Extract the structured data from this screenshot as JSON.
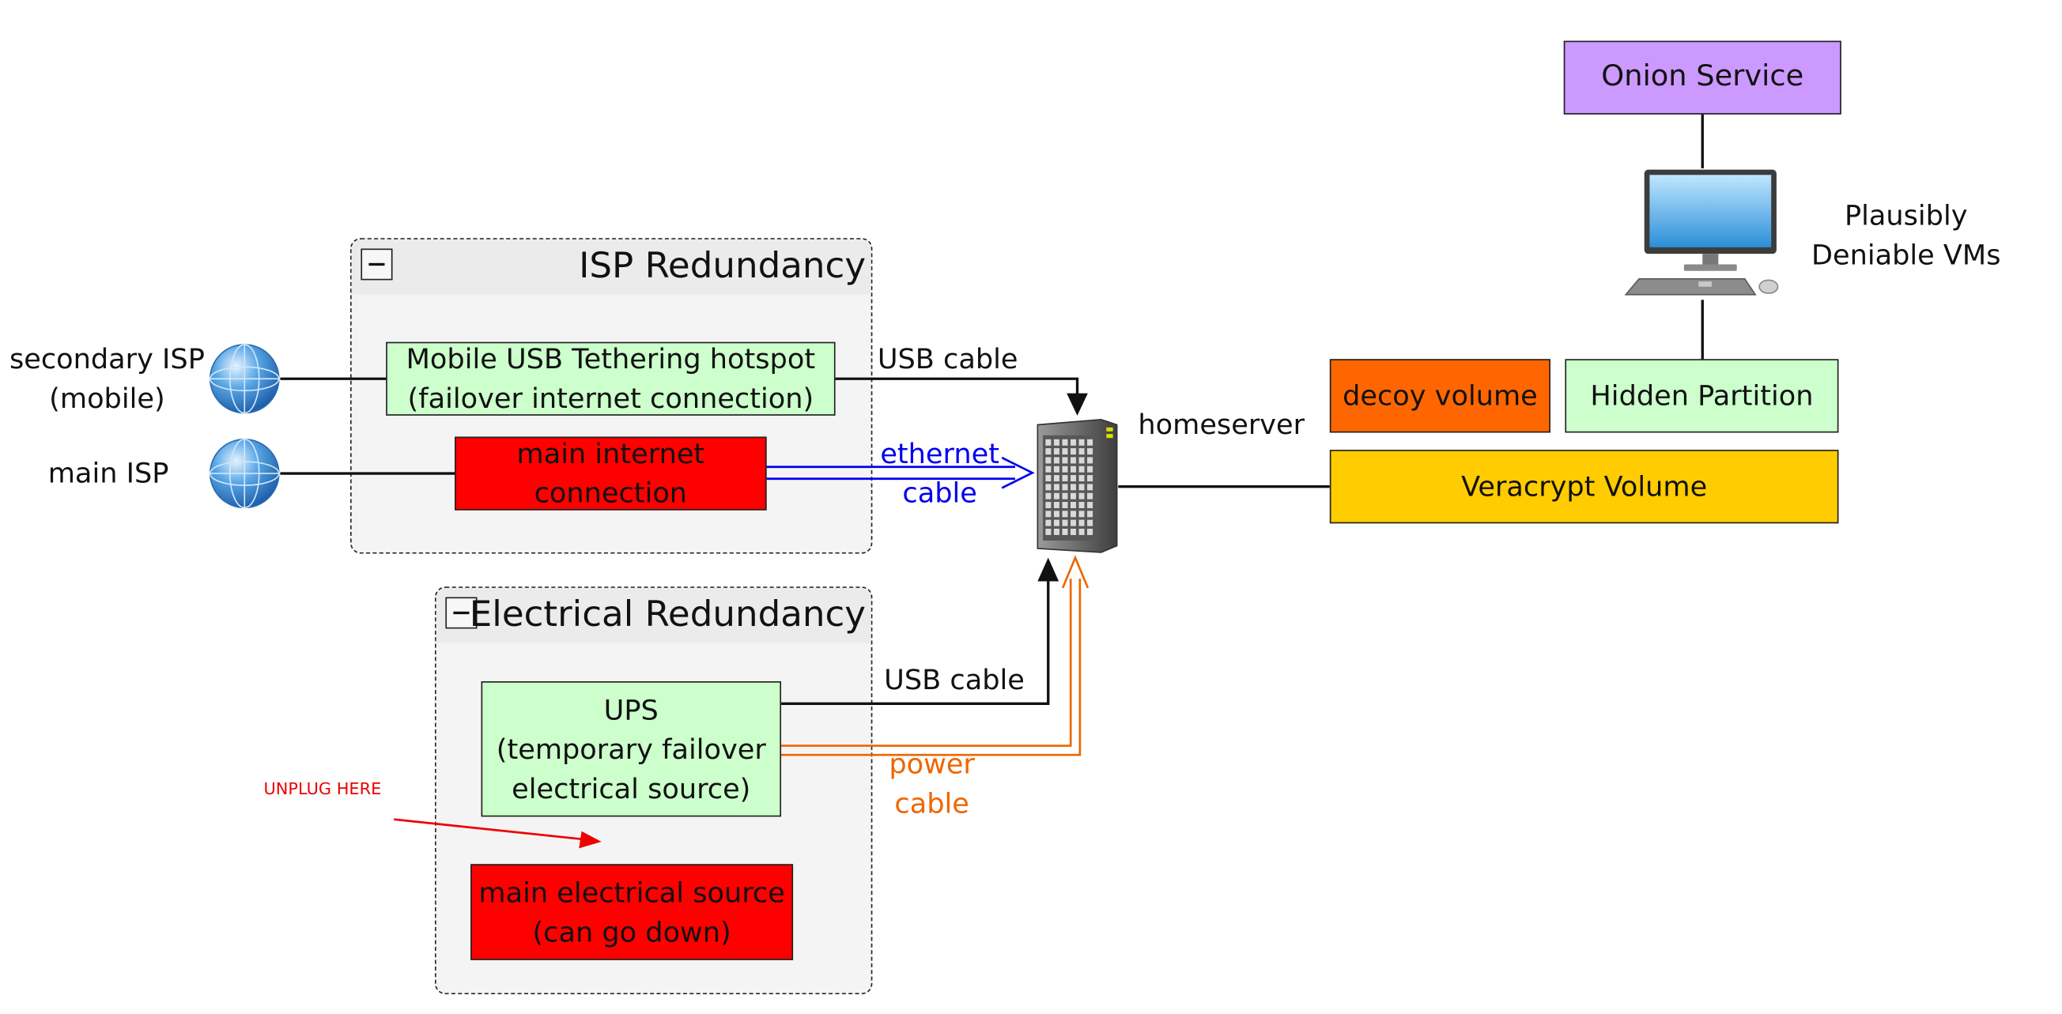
{
  "groups": {
    "isp": {
      "title": "ISP Redundancy"
    },
    "electrical": {
      "title": "Electrical Redundancy"
    }
  },
  "boxes": {
    "onion": {
      "text": "Onion Service",
      "color": "#cc99ff"
    },
    "mobile_tethering": {
      "text": "Mobile USB Tethering hotspot\n(failover internet connection)",
      "color": "#ccffcc"
    },
    "main_internet": {
      "text": "main internet\nconnection",
      "color": "#ff0000"
    },
    "decoy": {
      "text": "decoy volume",
      "color": "#ff6600"
    },
    "hidden_partition": {
      "text": "Hidden Partition",
      "color": "#ccffcc"
    },
    "veracrypt": {
      "text": "Veracrypt Volume",
      "color": "#ffcc00"
    },
    "ups": {
      "text": "UPS\n(temporary failover\nelectrical source)",
      "color": "#ccffcc"
    },
    "main_electrical": {
      "text": "main electrical source\n(can go down)",
      "color": "#ff0000"
    }
  },
  "labels": {
    "secondary_isp": "secondary ISP\n(mobile)",
    "main_isp": "main ISP",
    "homeserver": "homeserver",
    "vms": "Plausibly\nDeniable VMs",
    "usb_cable_top": "USB cable",
    "ethernet_cable": "ethernet\ncable",
    "usb_cable_bottom": "USB cable",
    "power_cable": "power\ncable",
    "unplug": "UNPLUG HERE"
  },
  "colors": {
    "ethernet": "#0000ee",
    "power": "#ee6600",
    "unplug": "#ee0000",
    "line": "#111111"
  },
  "icons": [
    "globe-icon",
    "globe-icon",
    "server-icon",
    "computer-icon",
    "collapse-icon"
  ]
}
